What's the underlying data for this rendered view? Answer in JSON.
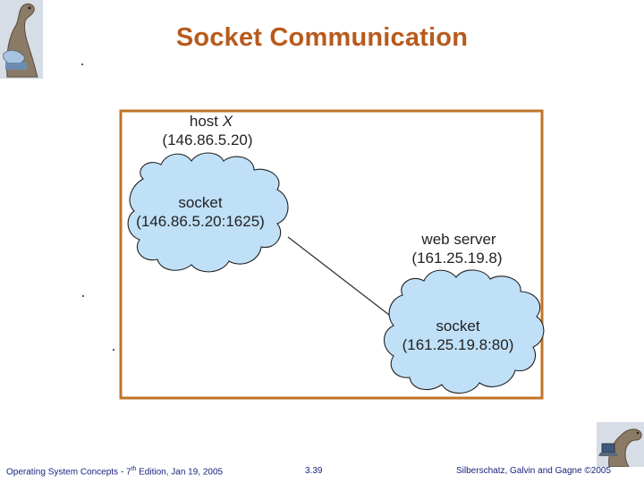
{
  "slide": {
    "title": "Socket Communication"
  },
  "diagram": {
    "host": {
      "label_prefix": "host ",
      "label_var": "X",
      "ip": "(146.86.5.20)",
      "socket_label": "socket",
      "socket_address": "(146.86.5.20:1625)"
    },
    "server": {
      "label": "web server",
      "ip": "(161.25.19.8)",
      "socket_label": "socket",
      "socket_address": "(161.25.19.8:80)"
    },
    "colors": {
      "frame_border": "#c0732a",
      "cloud_fill": "#bfe0f7",
      "cloud_stroke": "#222222",
      "link_line": "#333333",
      "title": "#b85a1c",
      "footer_text": "#1a237e"
    }
  },
  "footer": {
    "left_prefix": "Operating System Concepts - 7",
    "left_sup": "th",
    "left_suffix": " Edition, Jan 19, 2005",
    "center": "3.39",
    "right": "Silberschatz, Galvin and Gagne ©2005"
  },
  "decorations": {
    "top_left": "dinosaur-illustration-icon",
    "bottom_right": "dinosaur-with-laptop-icon"
  }
}
